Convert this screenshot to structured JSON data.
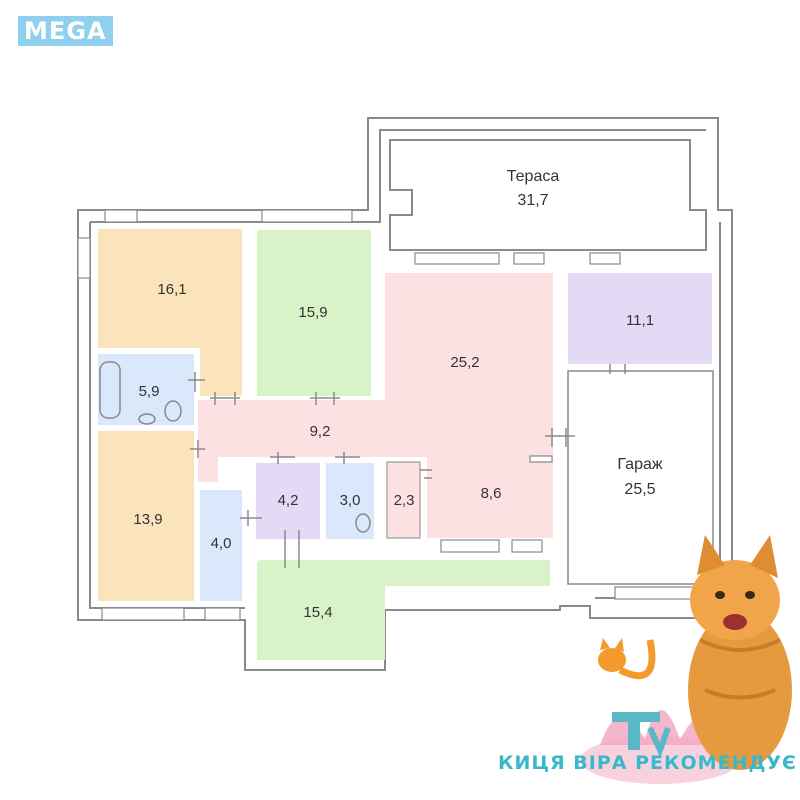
{
  "logo": {
    "text": "MEGA"
  },
  "rooms": {
    "terrace": {
      "name": "Тераса",
      "area": "31,7",
      "color": "#ffffff"
    },
    "bedroom1": {
      "area": "16,1",
      "color": "#fbe3bb"
    },
    "bedroom2": {
      "area": "15,9",
      "color": "#d8f3c8"
    },
    "living": {
      "area": "25,2",
      "color": "#fde0e2"
    },
    "kitchen": {
      "area": "8,6",
      "color": "#fde0e2"
    },
    "hall": {
      "area": "9,2",
      "color": "#fde0e2"
    },
    "room_purple": {
      "area": "11,1",
      "color": "#e4daf6"
    },
    "garage": {
      "name": "Гараж",
      "area": "25,5",
      "color": "#ffffff"
    },
    "bath": {
      "area": "5,9",
      "color": "#d9e8fb"
    },
    "bedroom3": {
      "area": "13,9",
      "color": "#fbe3bb"
    },
    "closet": {
      "area": "4,0",
      "color": "#d9e8fb"
    },
    "storage": {
      "area": "4,2",
      "color": "#e4daf6"
    },
    "wc": {
      "area": "3,0",
      "color": "#d9e8fb"
    },
    "pantry": {
      "area": "2,3",
      "color": "#fde0e2"
    },
    "terrace2": {
      "area": "15,4",
      "color": "#d8f3c8"
    }
  },
  "brand": {
    "text": "КИЦЯ ВІРА РЕКОМЕНДУЄ",
    "color": "#39b8c9"
  },
  "colors": {
    "wall": "#8a8a8a",
    "window": "#8a8a8a"
  },
  "icons": [
    "cat-photo",
    "small-cat-icon",
    "lotus-icon",
    "tv-logo-icon",
    "bathtub-icon",
    "toilet-icon"
  ]
}
